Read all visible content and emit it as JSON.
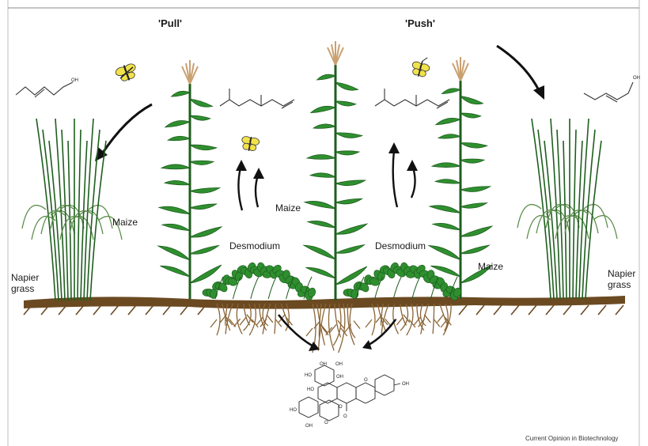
{
  "headings": {
    "pull": "'Pull'",
    "push": "'Push'"
  },
  "labels": {
    "napier_left_line1": "Napier",
    "napier_left_line2": "grass",
    "maize_left": "Maize",
    "maize_center": "Maize",
    "maize_right": "Maize",
    "desmodium_left": "Desmodium",
    "desmodium_right": "Desmodium",
    "napier_right_line1": "Napier",
    "napier_right_line2": "grass"
  },
  "molecule_labels": {
    "oh_left": "OH",
    "oh_right": "OH",
    "flav_oh_1": "OH",
    "flav_oh_2": "OH",
    "flav_oh_3": "HO",
    "flav_oh_4": "OH",
    "flav_oh_5": "HO",
    "flav_oh_6": "OH",
    "flav_oh_7": "HO",
    "flav_oh_8": "OH",
    "flav_o_1": "O",
    "flav_o_2": "O",
    "flav_o_3": "O",
    "flav_o_4": "O"
  },
  "credit": "Current Opinion in Biotechnology",
  "colors": {
    "leaf_green": "#2f8f2f",
    "leaf_dark": "#1e5e1e",
    "soil_brown": "#6b4a22",
    "root_brown": "#8a6436",
    "moth_yellow": "#f2e24a",
    "tassel_tan": "#c9a070"
  }
}
